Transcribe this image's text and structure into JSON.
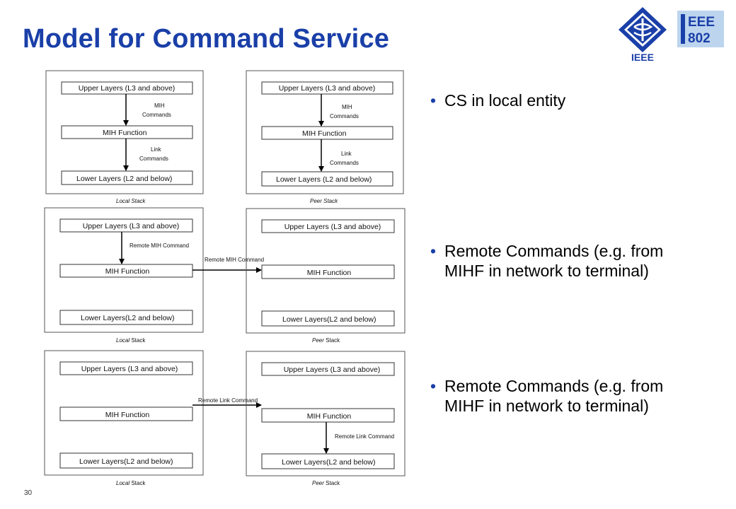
{
  "title": "Model for Command Service",
  "page_number": "30",
  "logos": {
    "ieee_text": "IEEE",
    "ieee802_text_top": "EEE",
    "ieee802_text_bottom": "802",
    "accent": "#1a3fa8"
  },
  "bullets": [
    "CS in local entity",
    "Remote Commands (e.g. from MIHF in network to terminal)",
    "Remote Commands (e.g. from MIHF in network to terminal)"
  ],
  "diagrams": {
    "d1": {
      "local": {
        "upper": "Upper Layers (L3 and above)",
        "mih_cmd": [
          "MIH",
          "Commands"
        ],
        "mihf": "MIH Function",
        "link_cmd": [
          "Link",
          "Commands"
        ],
        "lower": "Lower Layers (L2 and below)",
        "caption": "Local Stack"
      },
      "peer": {
        "upper": "Upper Layers (L3 and above)",
        "mih_cmd": [
          "MIH",
          "Commands"
        ],
        "mihf": "MIH Function",
        "link_cmd": [
          "Link",
          "Commands"
        ],
        "lower": "Lower Layers (L2 and below)",
        "caption": "Peer Stack"
      }
    },
    "d2": {
      "local": {
        "upper": "Upper Layers (L3 and above)",
        "remote_mih": "Remote MIH Command",
        "mihf": "MIH Function",
        "lower": "Lower Layers(L2 and below)",
        "caption_italic": "Local",
        "caption_rest": " Stack"
      },
      "cross": "Remote MIH Command",
      "peer": {
        "upper": "Upper Layers (L3 and above)",
        "mihf": "MIH Function",
        "lower": "Lower Layers(L2 and below)",
        "caption_italic": "Peer",
        "caption_rest": " Stack"
      }
    },
    "d3": {
      "local": {
        "upper": "Upper Layers (L3 and above)",
        "mihf": "MIH Function",
        "lower": "Lower Layers(L2 and below)",
        "caption_italic": "Local",
        "caption_rest": " Stack"
      },
      "cross": "Remote Link Command",
      "peer": {
        "upper": "Upper Layers (L3 and above)",
        "mihf": "MIH Function",
        "remote_link": "Remote Link Command",
        "lower": "Lower Layers(L2 and below)",
        "caption_italic": "Peer",
        "caption_rest": " Stack"
      }
    }
  }
}
